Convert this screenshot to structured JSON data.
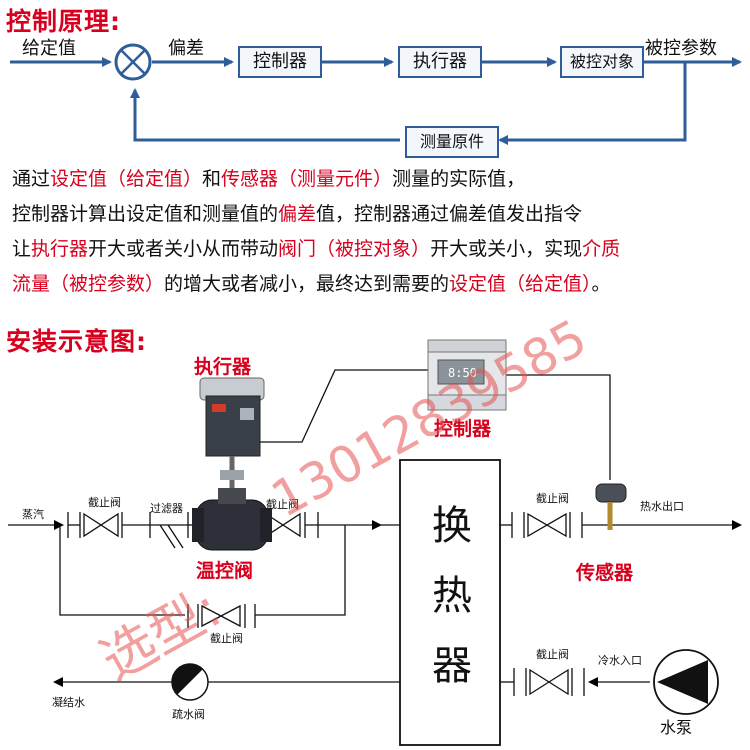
{
  "section1": {
    "title": "控制原理:"
  },
  "flow": {
    "input_label": "给定值",
    "error_label": "偏差",
    "controller": "控制器",
    "actuator": "执行器",
    "plant": "被控对象",
    "output_label": "被控参数",
    "sensor": "测量原件"
  },
  "paragraph": {
    "lines": [
      [
        {
          "t": "通过",
          "h": false
        },
        {
          "t": "设定值（给定值）",
          "h": true
        },
        {
          "t": "和",
          "h": false
        },
        {
          "t": "传感器（测量元件）",
          "h": true
        },
        {
          "t": "测量的实际值，",
          "h": false
        }
      ],
      [
        {
          "t": "控制器计算出设定值和测量值的",
          "h": false
        },
        {
          "t": "偏差",
          "h": true
        },
        {
          "t": "值，控制器通过偏差值发出指令",
          "h": false
        }
      ],
      [
        {
          "t": "让",
          "h": false
        },
        {
          "t": "执行器",
          "h": true
        },
        {
          "t": "开大或者关小从而带动",
          "h": false
        },
        {
          "t": "阀门（被控对象）",
          "h": true
        },
        {
          "t": "开大或关小，实现",
          "h": false
        },
        {
          "t": "介质",
          "h": true
        }
      ],
      [
        {
          "t": "流量（被控参数）",
          "h": true
        },
        {
          "t": "的增大或者减小，最终达到需要的",
          "h": false
        },
        {
          "t": "设定值（给定值）",
          "h": true
        },
        {
          "t": "。",
          "h": false
        }
      ]
    ]
  },
  "section2": {
    "title": "安装示意图:"
  },
  "install": {
    "actuator_label": "执行器",
    "controller_label": "控制器",
    "controller_display": "8:50",
    "valve_label": "温控阀",
    "sensor_label": "传感器",
    "steam_label": "蒸汽",
    "stop_valve_label": "截止阀",
    "filter_label": "过滤器",
    "hot_water_out": "热水出口",
    "cold_water_in": "冷水入口",
    "condensate_label": "凝结水",
    "drain_valve_label": "疏水阀",
    "pump_label": "水泵",
    "exchanger_chars": [
      "换",
      "热",
      "器"
    ]
  },
  "watermark": {
    "phone": "13012839585",
    "select": "选型:"
  },
  "colors": {
    "accent_red": "#d8001e",
    "flow_blue": "#2f5d9a",
    "watermark": "#e65050"
  }
}
